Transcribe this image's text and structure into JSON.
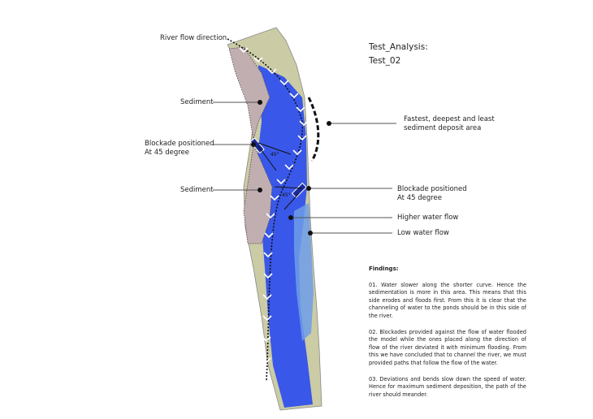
{
  "title": {
    "line1": "Test_Analysis:",
    "line2": "Test_02"
  },
  "labels": {
    "flow_direction": "River flow direction",
    "sediment_top": "Sediment",
    "blockade_left_1": "Blockade positioned",
    "blockade_left_2": "At 45 degree",
    "sediment_bottom": "Sediment",
    "fastest_1": "Fastest, deepest and least",
    "fastest_2": "sediment deposit area",
    "blockade_right_1": "Blockade positioned",
    "blockade_right_2": "At 45 degree",
    "higher_flow": "Higher water flow",
    "low_flow": "Low water flow",
    "angle_1": "45°",
    "angle_2": "45°"
  },
  "findings": {
    "heading": "Findings:",
    "items": [
      "01. Water slower along the shorter curve. Hence the sedimentation is more in this area. This means that this side erodes and floods first. From this it is clear that the channeling of water to the ponds should be in this side of the river.",
      "02. Blockades provided against the flow of water flooded the model while the ones placed along the direction of flow of the river deviated it with minimum flooding. From this we have concluded that to channel the river, we must provided paths that follow the flow of the water.",
      "03. Deviations and bends slow down the speed of water. Hence for maximum sediment deposition, the path of the river should meander."
    ]
  },
  "colors": {
    "land": "#c9c9a4",
    "water": "#3a57e6",
    "sediment": "#c1aeb0"
  }
}
